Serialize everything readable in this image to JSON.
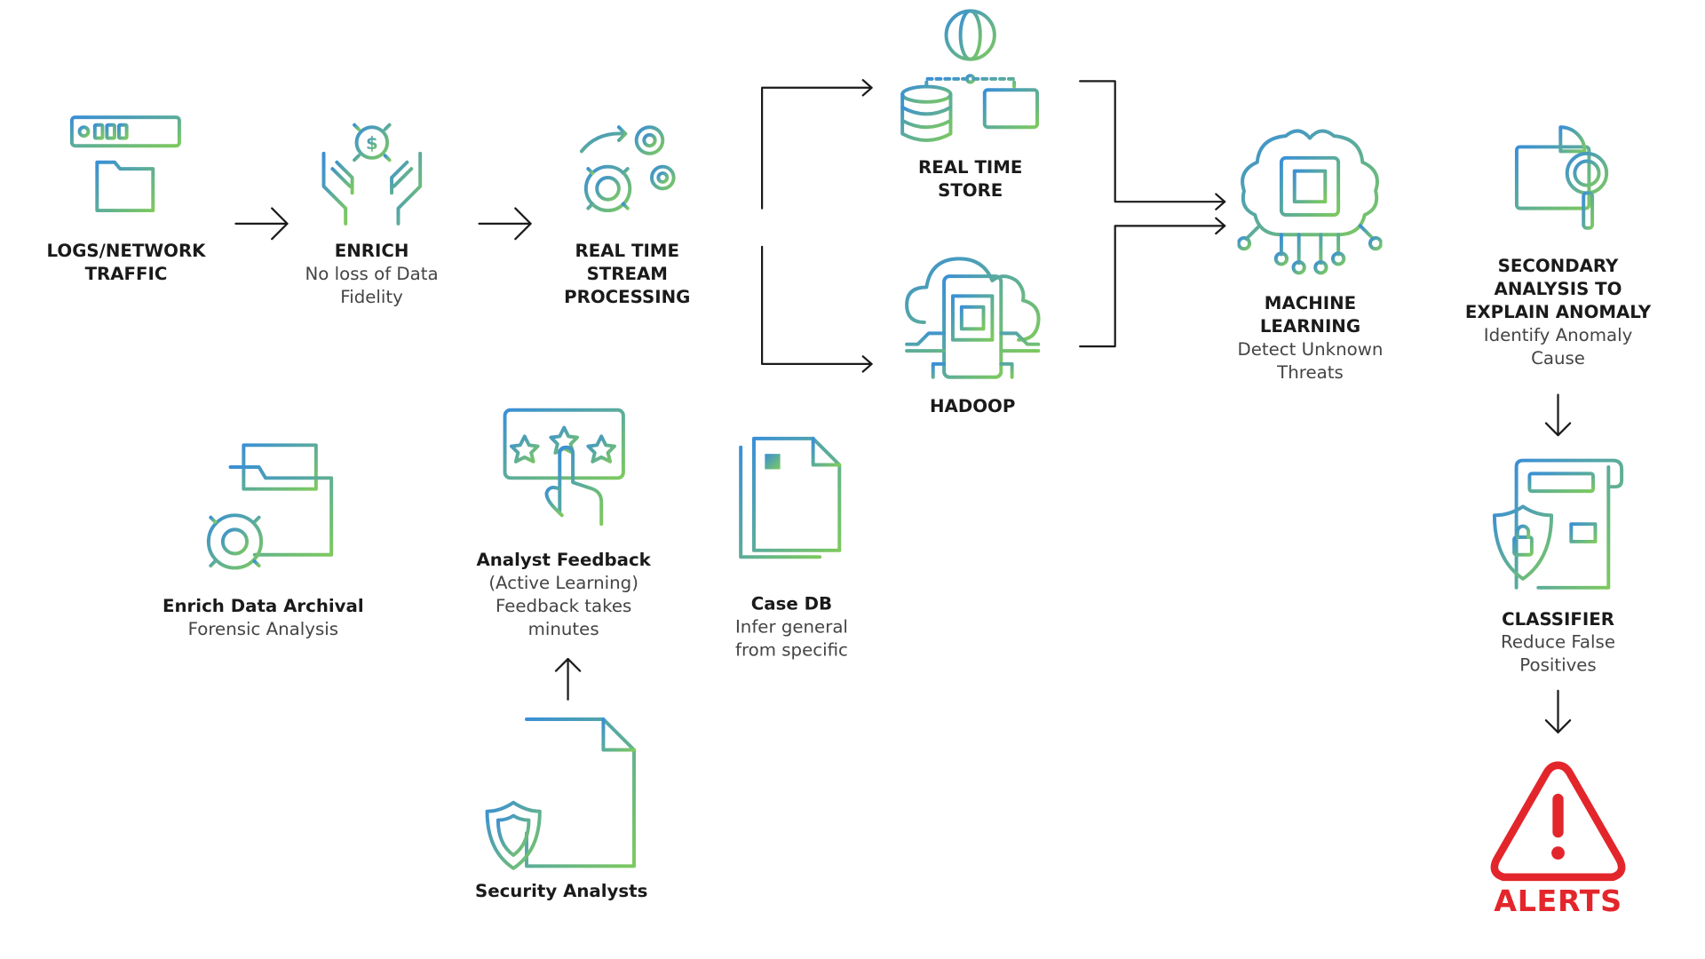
{
  "colors": {
    "gradient_start": "#3a8fd6",
    "gradient_end": "#7dc95e",
    "alert": "#e3262b",
    "text": "#1a1a1a",
    "subtext": "#444444"
  },
  "nodes": {
    "logs": {
      "title_1": "LOGS/NETWORK",
      "title_2": "TRAFFIC",
      "icon": "server-folder-icon"
    },
    "enrich": {
      "title": "ENRICH",
      "sub_1": "No loss of Data",
      "sub_2": "Fidelity",
      "icon": "hands-gear-icon"
    },
    "stream": {
      "title_1": "REAL TIME",
      "title_2": "STREAM",
      "title_3": "PROCESSING",
      "icon": "gears-icon"
    },
    "rts": {
      "title_1": "REAL TIME",
      "title_2": "STORE",
      "icon": "globe-database-icon"
    },
    "hadoop": {
      "title": "HADOOP",
      "icon": "cloud-phone-icon"
    },
    "ml": {
      "title_1": "MACHINE",
      "title_2": "LEARNING",
      "sub_1": "Detect Unknown",
      "sub_2": "Threats",
      "icon": "brain-chip-icon"
    },
    "secondary": {
      "title_1": "SECONDARY",
      "title_2": "ANALYSIS TO",
      "title_3": "EXPLAIN ANOMALY",
      "sub_1": "Identify Anomaly",
      "sub_2": "Cause",
      "icon": "monitor-magnifier-icon"
    },
    "classifier": {
      "title": "CLASSIFIER",
      "sub_1": "Reduce False",
      "sub_2": "Positives",
      "icon": "document-shield-lock-icon"
    },
    "alerts": {
      "title": "ALERTS",
      "icon": "warning-triangle-icon"
    },
    "archival": {
      "title": "Enrich Data Archival",
      "sub": "Forensic Analysis",
      "icon": "folder-gear-icon"
    },
    "feedback": {
      "title": "Analyst Feedback",
      "sub_1": "(Active Learning)",
      "sub_2": "Feedback takes",
      "sub_3": "minutes",
      "icon": "rating-stars-hand-icon"
    },
    "casedb": {
      "title": "Case DB",
      "sub_1": "Infer general",
      "sub_2": "from specific",
      "icon": "documents-icon"
    },
    "analysts": {
      "title": "Security Analysts",
      "icon": "document-shield-icon"
    }
  }
}
